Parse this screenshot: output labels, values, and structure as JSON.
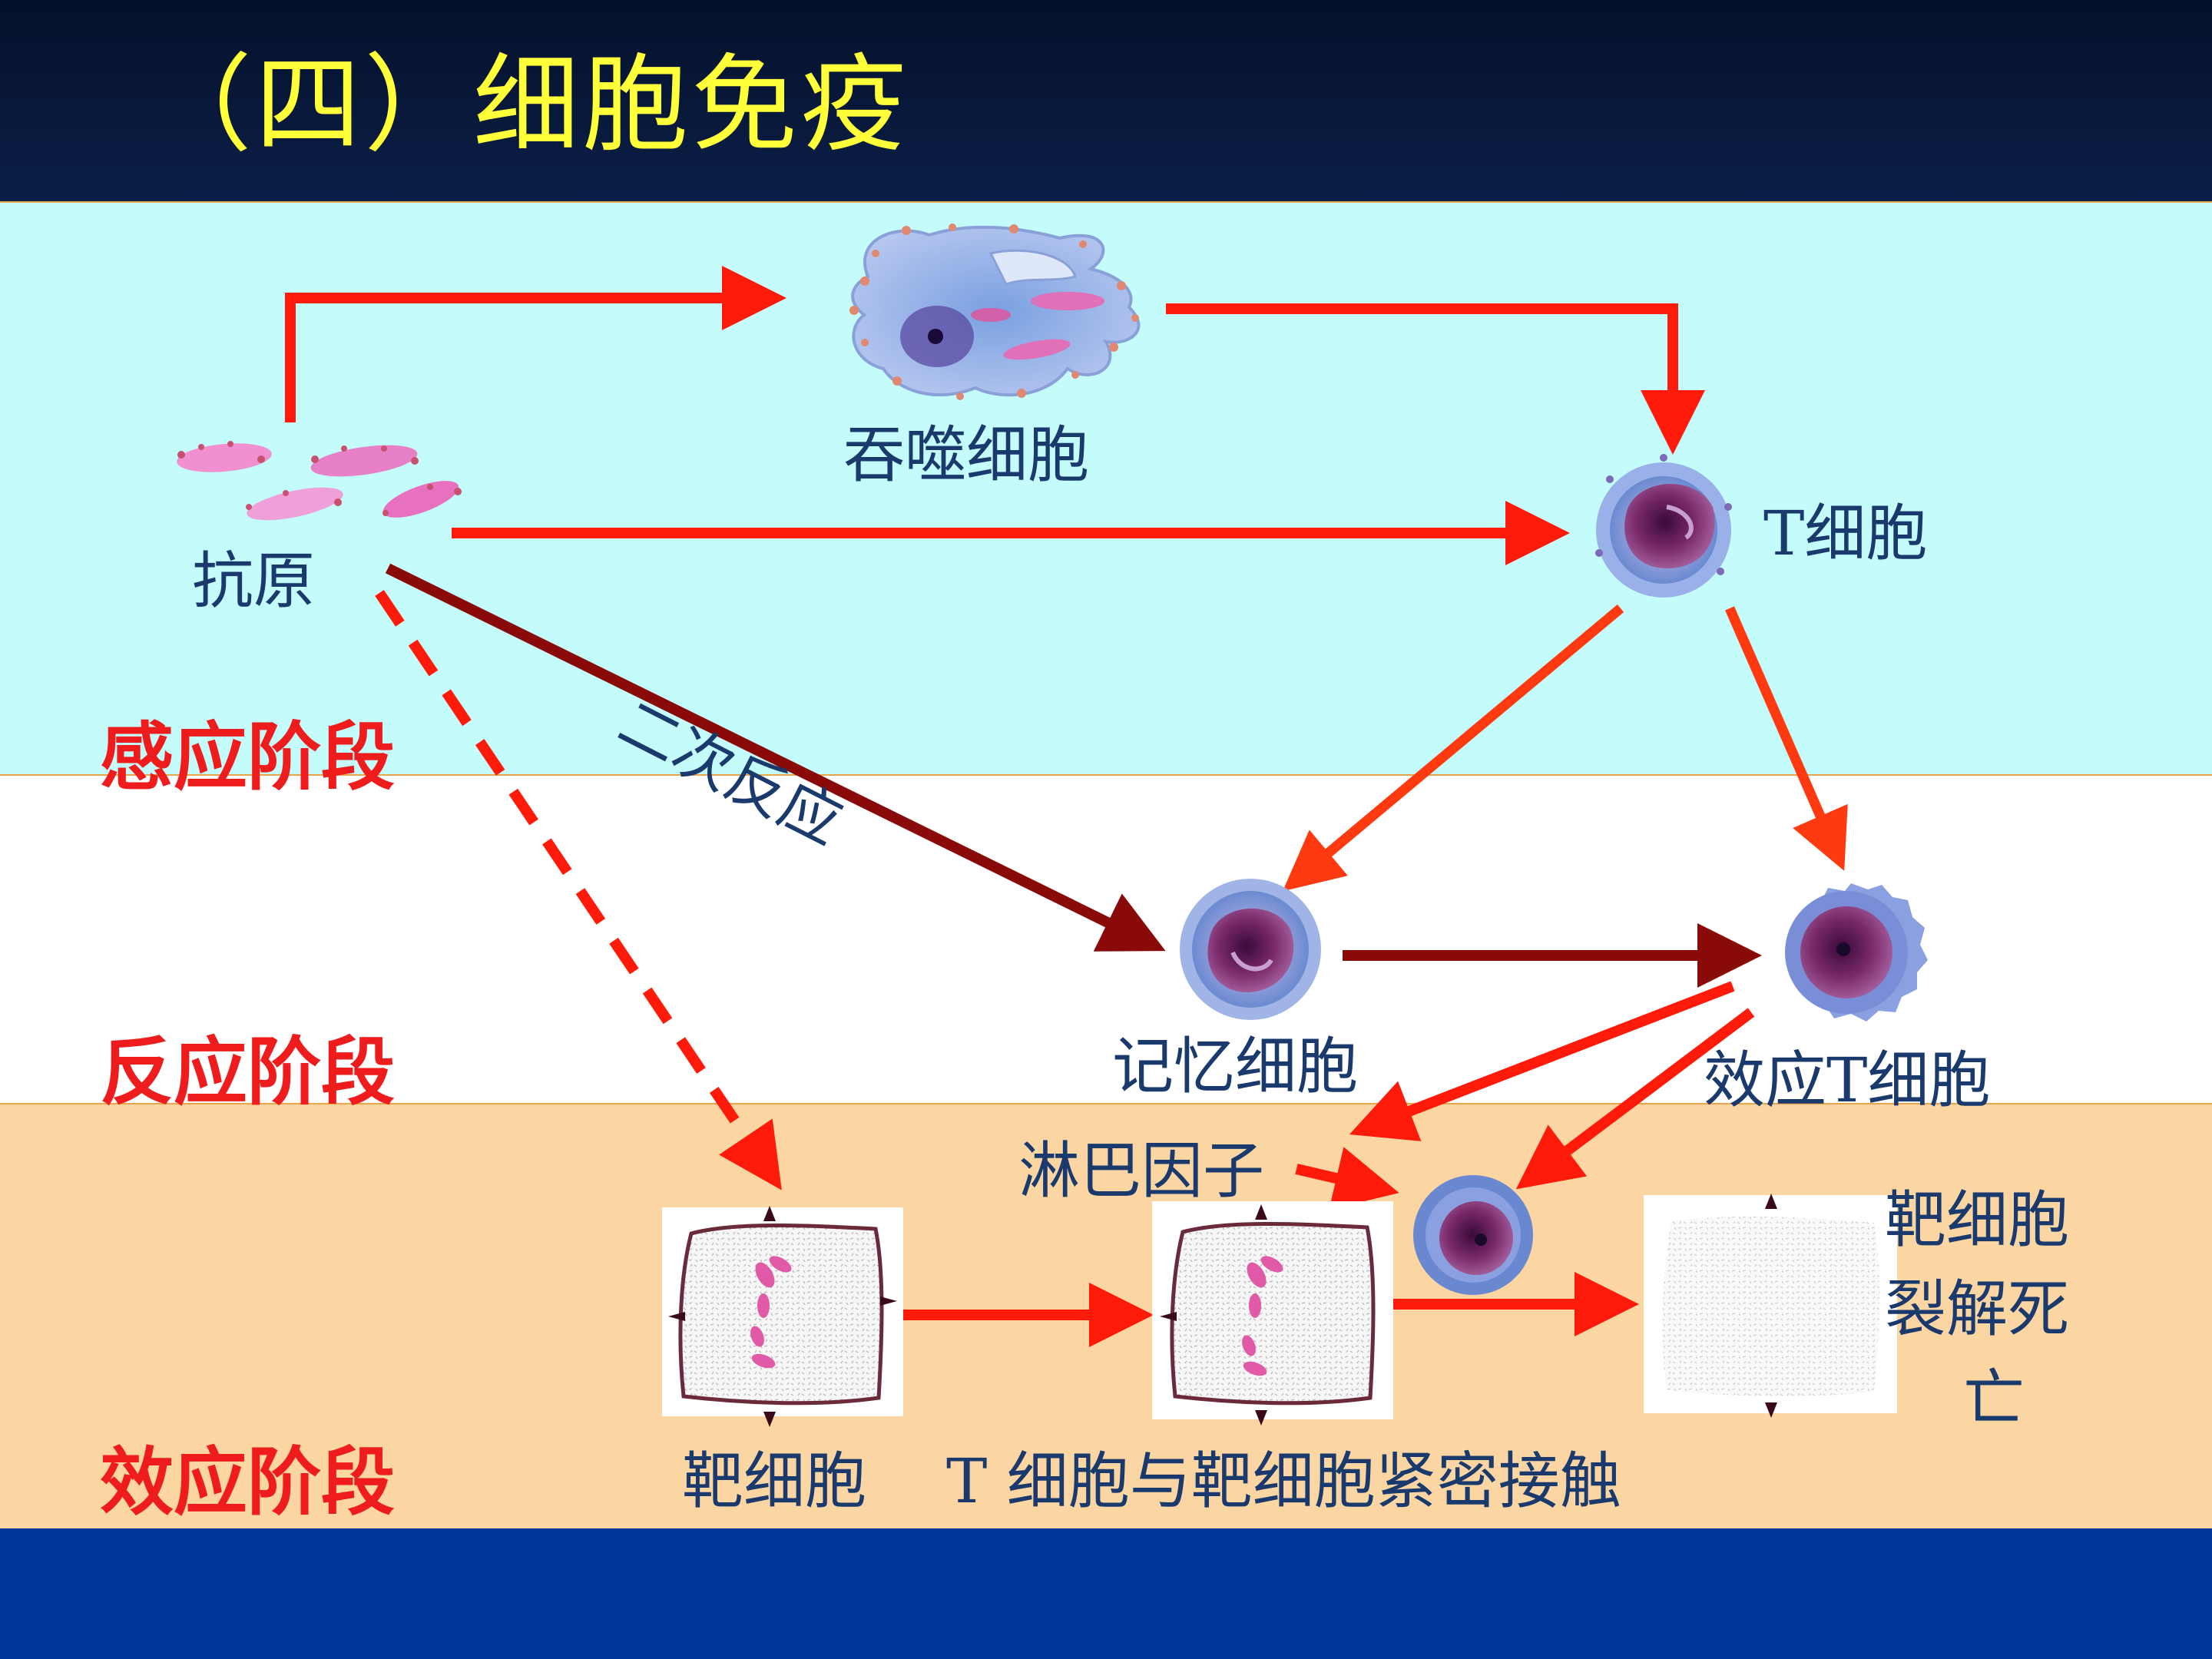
{
  "title": "（四）细胞免疫",
  "stages": {
    "induction": "感应阶段",
    "reaction": "反应阶段",
    "effect": "效应阶段"
  },
  "labels": {
    "antigen": "抗原",
    "macrophage": "吞噬细胞",
    "t_cell": "T细胞",
    "secondary_response": "二次反应",
    "memory_cell": "记忆细胞",
    "effector_t_cell": "效应T细胞",
    "lymphokine": "淋巴因子",
    "target_cell": "靶细胞",
    "contact": "T 细胞与靶细胞紧密接触",
    "lysis_line1": "靶细胞",
    "lysis_line2": "裂解死",
    "lysis_line3": "亡"
  },
  "colors": {
    "title": "#ffff3a",
    "stage_label": "#ee1c1c",
    "label": "#1a3a6e",
    "arrow_red": "#ff1a0a",
    "arrow_orange": "#ff3a10",
    "arrow_dark": "#8a0a0a",
    "band_induction": "#c4fbfb",
    "band_reaction": "#ffffff",
    "band_effect": "#fbd6a2",
    "footer": "#00359a"
  },
  "icons": {
    "antigen": "antigen-bacteria-icon",
    "macrophage": "macrophage-icon",
    "t_cell": "t-cell-icon",
    "memory_cell": "memory-cell-icon",
    "effector_t_cell": "effector-t-cell-icon",
    "target_cell": "target-cell-icon",
    "lysed_cell": "lysed-target-cell-icon"
  }
}
